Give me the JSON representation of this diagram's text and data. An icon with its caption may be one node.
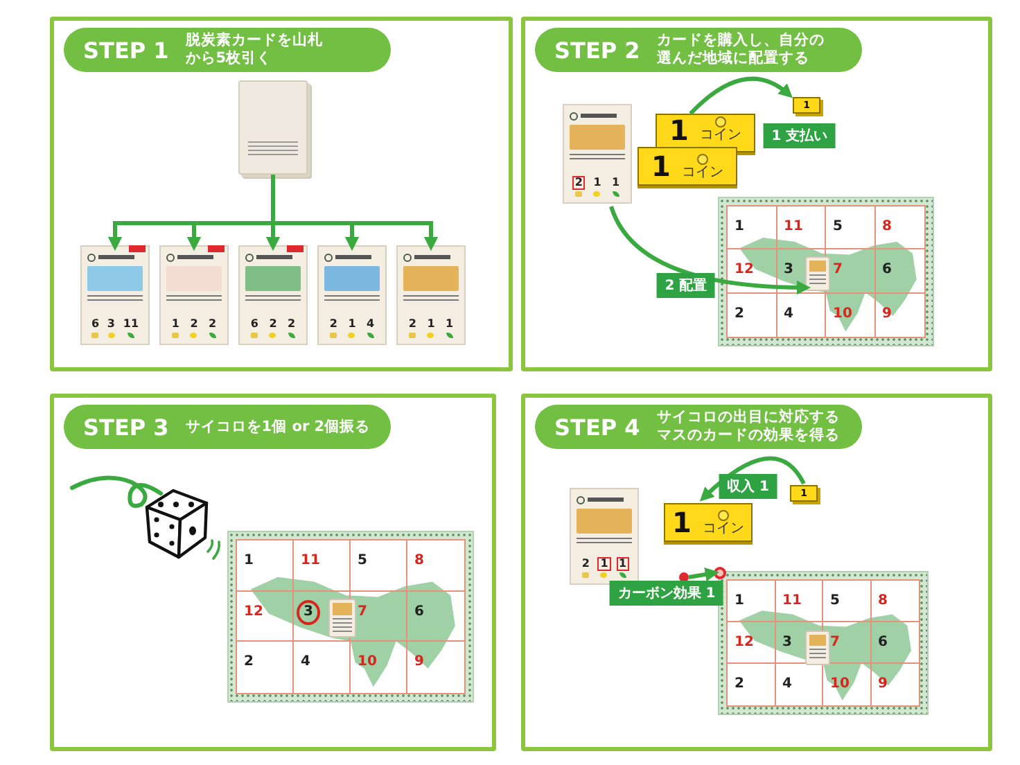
{
  "diagram": {
    "nodes": [
      {
        "text": [
          "STEP 1",
          "脱炭素カードを山札から5枚引く"
        ]
      },
      {
        "text": [],
        "shape": "box",
        "in": 0
      },
      {
        "text": [
          "6",
          "3",
          "11"
        ],
        "in": 0
      },
      {
        "text": [
          "1",
          "2",
          "2"
        ],
        "in": 0
      },
      {
        "text": [
          "6",
          "2",
          "2"
        ],
        "in": 0
      },
      {
        "text": [
          "2",
          "1",
          "4"
        ],
        "in": 0
      },
      {
        "text": [
          "2",
          "1",
          "1"
        ],
        "in": 0
      },
      {
        "text": [
          "STEP 2",
          "カードを購入し、自分の選んだ地域に配置する"
        ]
      },
      {
        "text": [
          "2",
          "1",
          "1"
        ],
        "in": 7
      },
      {
        "text": [
          "1",
          "コイン"
        ],
        "in": 7
      },
      {
        "text": [
          "1",
          "コイン"
        ],
        "in": 7
      },
      {
        "text": [
          "1"
        ],
        "in": 7
      },
      {
        "text": [
          "1",
          "11",
          "5",
          "8",
          "12",
          "3",
          "7",
          "6",
          "2",
          "4",
          "10",
          "9"
        ],
        "in": 7
      },
      {
        "text": [],
        "shape": "box",
        "in": 12
      },
      {
        "text": [
          "STEP 3",
          "サイコロを1個 or 2個振る"
        ]
      },
      {
        "text": [
          "1",
          "11",
          "5",
          "8",
          "12",
          "3",
          "7",
          "6",
          "2",
          "4",
          "10",
          "9"
        ],
        "in": 14
      },
      {
        "text": [],
        "shape": "box",
        "in": 15
      },
      {
        "text": [
          "STEP 4",
          "サイコロの出目に対応するマスのカードの効果を得る"
        ]
      },
      {
        "text": [
          "2",
          "1",
          "1"
        ],
        "in": 17
      },
      {
        "text": [
          "1",
          "コイン"
        ],
        "in": 17
      },
      {
        "text": [
          "1"
        ],
        "in": 17
      },
      {
        "text": [
          "1",
          "11",
          "5",
          "8",
          "12",
          "3",
          "7",
          "6",
          "2",
          "4",
          "10",
          "9"
        ],
        "in": 17
      },
      {
        "text": [],
        "shape": "box",
        "in": 21
      },
      {
        "text": [],
        "shape": "circle",
        "in": 17
      },
      {
        "text": [],
        "shape": "circle",
        "in": 21
      }
    ],
    "edges": [
      {
        "from": 1,
        "to": 2,
        "arrow": "to"
      },
      {
        "from": 1,
        "to": 3,
        "arrow": "to"
      },
      {
        "from": 1,
        "to": 4,
        "arrow": "to"
      },
      {
        "from": 1,
        "to": 5,
        "arrow": "to"
      },
      {
        "from": 1,
        "to": 6,
        "arrow": "to"
      },
      {
        "from": 9,
        "to": 11,
        "arrow": "to",
        "label": "1 支払い"
      },
      {
        "from": 8,
        "to": 13,
        "arrow": "to",
        "label": "2 配置"
      },
      {
        "from": 20,
        "to": 19,
        "arrow": "to",
        "label": "収入 1"
      },
      {
        "from": 23,
        "to": 24,
        "arrow": "to",
        "label": "カーボン効果 1"
      }
    ]
  }
}
